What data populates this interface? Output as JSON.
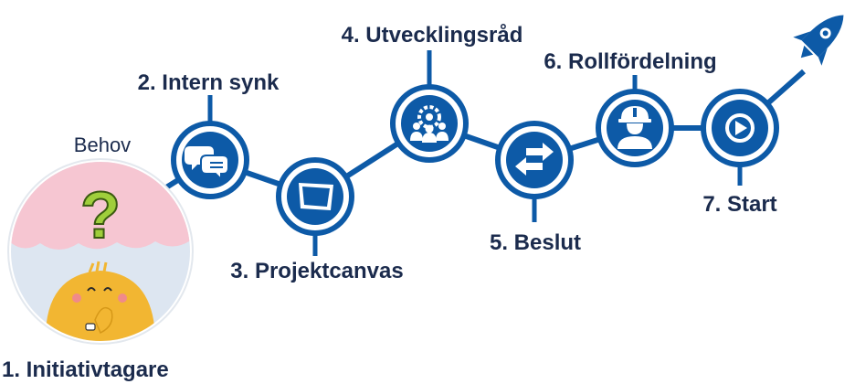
{
  "colors": {
    "primary": "#0d5aa7",
    "label": "#1b2b4d",
    "ring_fill": "#ffffff",
    "cloud": "#f6c6d2",
    "sky": "#dde6f1",
    "face": "#f2b632",
    "question_mark": "#9fce3b"
  },
  "person": {
    "need_label": "Behov",
    "step_label": "1. Initiativtagare"
  },
  "steps": [
    {
      "number": 2,
      "label": "2. Intern synk",
      "icon": "chat-bubbles-icon"
    },
    {
      "number": 3,
      "label": "3. Projektcanvas",
      "icon": "canvas-sheet-icon"
    },
    {
      "number": 4,
      "label": "4. Utvecklingsråd",
      "icon": "group-gear-icon"
    },
    {
      "number": 5,
      "label": "5. Beslut",
      "icon": "exchange-arrows-icon"
    },
    {
      "number": 6,
      "label": "6. Rollfördelning",
      "icon": "worker-helmet-icon"
    },
    {
      "number": 7,
      "label": "7. Start",
      "icon": "play-button-icon"
    }
  ],
  "finish_icon": "rocket-icon"
}
